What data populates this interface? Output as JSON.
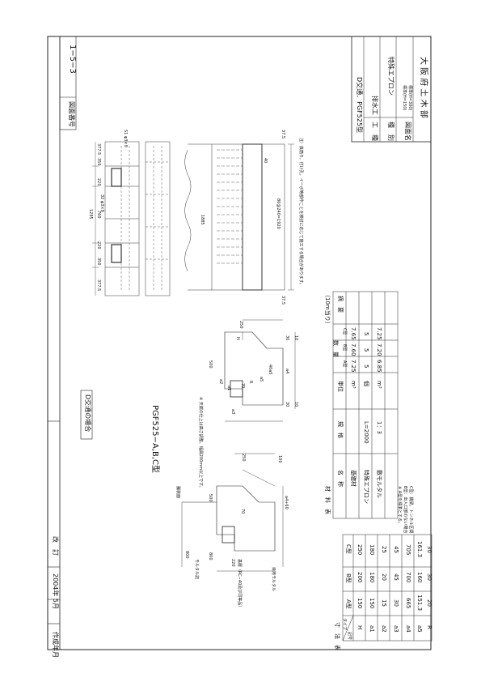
{
  "frame": {
    "created_label": "作成年月",
    "created_date": "2004年 5月",
    "revised_label": "改　訂",
    "drawing_no_label": "図面番号",
    "drawing_no": "1−5−3"
  },
  "titleblock": {
    "title": "D交通．PGF525型",
    "kind_label": "工　種",
    "kind_value": "排水工",
    "type_label": "種　別",
    "type_value": "特殊エプロン",
    "name_label": "図面名",
    "name_value_1": "標準(H=150)",
    "name_value_2": "標準(H=300)",
    "org": "大 阪 府 土 木 部"
  },
  "drawing": {
    "case_label": "D交通の場合",
    "section_title": "PGF525−A,B,C型",
    "note_side": "※ 天端の仕上は高さ調整、幅員200mm以上です。",
    "label_pavement": "舗装面",
    "label_mortar": "モルタル詰",
    "label_base": "基層（RC−40及び同等品）",
    "label_joint": "目地モルタル",
    "dim_800": "800",
    "dim_220": "220",
    "dim_500": "500",
    "dim_100": "100",
    "dim_250": "250",
    "dim_70": "70",
    "dim_a4_60": "a4+60",
    "dim_40a5": "40a5",
    "dim_30": "30",
    "dim_10": "10",
    "dim_a1": "a1",
    "dim_a2": "a2",
    "dim_a3": "a3",
    "dim_a4": "a4",
    "dim_a5": "a5",
    "dim_R": "R",
    "dim_H": "H",
    "top_dims": [
      "377.5",
      "350",
      "220",
      "760",
      "1295",
      "220",
      "350",
      "377.5"
    ],
    "top_right_note": "S1 φ3×9",
    "dim_1920": "80@240=1920",
    "dim_1885": "1885",
    "dim_37_5": "37.5",
    "dim_40": "40",
    "dim_32": "32 φ3×9",
    "note_bottom": "注）鉄筋り，付け孔，イ一ボ等部作ことを検討に応じて施工する場合があります。"
  },
  "dims_table": {
    "title": "寸　法　表",
    "header_item": "記号",
    "header_type": "タイプ",
    "columns": [
      "A型",
      "B型",
      "C型"
    ],
    "rows": [
      {
        "label": "H",
        "values": [
          "150",
          "200",
          "250"
        ]
      },
      {
        "label": "a1",
        "values": [
          "150",
          "180",
          "180"
        ]
      },
      {
        "label": "a2",
        "values": [
          "15",
          "20",
          "25"
        ]
      },
      {
        "label": "a3",
        "values": [
          "30",
          "45",
          "45"
        ]
      },
      {
        "label": "a4",
        "values": [
          "665",
          "700",
          "705"
        ]
      },
      {
        "label": "a5",
        "values": [
          "151.3",
          "160",
          "161.3"
        ]
      },
      {
        "label": "R",
        "values": [
          "20",
          "30",
          "30"
        ]
      }
    ]
  },
  "materials_table": {
    "title": "材　料　表",
    "unit_note": "（10m当り）",
    "headers": {
      "name": "名　称",
      "spec": "規　格",
      "unit": "単位",
      "qty": "数　量",
      "note": "摘　要"
    },
    "type_cols": [
      "A型",
      "B型",
      "C型"
    ],
    "rows": [
      {
        "name": "基礎材",
        "spec": "",
        "unit": "m³",
        "values": [
          "7.25",
          "7.60",
          "7.65"
        ],
        "note": ""
      },
      {
        "name": "特殊エプロン",
        "spec": "L=2000",
        "unit": "個",
        "values": [
          "5",
          "5",
          "5"
        ],
        "note": ""
      },
      {
        "name": "敷モルタル",
        "spec": "1：3",
        "unit": "m³",
        "values": [
          "6.85",
          "7.20",
          "7.25"
        ],
        "note": ""
      }
    ],
    "notes": [
      "※ A型を標準とする。",
      "B型：出入口部のない場合",
      "C型：橋梁，トンネル区間"
    ]
  }
}
